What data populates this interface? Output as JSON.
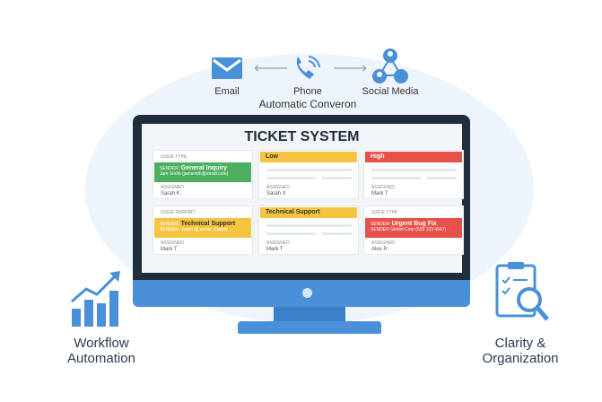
{
  "channels": {
    "email": "Email",
    "phone": "Phone",
    "social": "Social Media",
    "caption": "Automatic Converon"
  },
  "screen_title": "TICKET SYSTEM",
  "cards": [
    {
      "label": "ISSUE TYPE",
      "sender": "SENDER",
      "subject": "General Inquiry",
      "detail": "Jam Smith (jamsmith@email.com)",
      "assigned_label": "ASSIGNED",
      "assignee": "Sarah K",
      "color": "#4caf60"
    },
    {
      "header": "Low",
      "assigned_label": "ASSIGNED",
      "assignee": "Sarah X",
      "color": "#f5c542"
    },
    {
      "header": "High",
      "assigned_label": "ASSIGNED",
      "assignee": "Mark T",
      "color": "#e8504a"
    },
    {
      "label": "ISSUE SHRDIRT",
      "sender": "SENDER",
      "subject": "Technical Support",
      "detail": "SENDER: Jason @ social_Supply",
      "assigned_label": "ASSIGNED",
      "assignee": "Mark T",
      "color": "#f5c542"
    },
    {
      "header": "Technical Support",
      "assigned_label": "ASSIGNED",
      "assignee": "Mark T",
      "color": "#f5c542"
    },
    {
      "label": "ISSUE TYPE",
      "sender": "SENDER",
      "subject": "Urgent Bug Fix",
      "detail": "SENDER Global Corp (555 123 4567)",
      "assigned_label": "ASSIGNED",
      "assignee": "Alex R",
      "color": "#e8504a"
    }
  ],
  "left": {
    "line1": "Workflow",
    "line2": "Automation"
  },
  "right": {
    "line1": "Clarity &",
    "line2": "Organization"
  },
  "accent": "#4a90d9"
}
